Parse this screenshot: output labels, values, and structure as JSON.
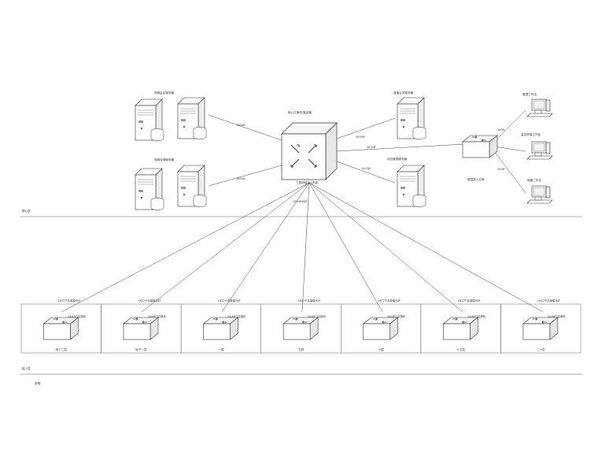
{
  "servers": {
    "top_left_group_label": "视频会议服务器",
    "bottom_left_group_label": "视频存储服务器",
    "right_top_label": "增值业务服务器",
    "right_bottom_label": "综合管理服务器"
  },
  "core": {
    "label": "核心交换机/路由器",
    "sub_label": "三层网络中心机柜",
    "uplink_label": "1000M光纤"
  },
  "links": {
    "tl": "1000M",
    "bl": "1000M",
    "rt": "1000M",
    "rb": "1000M",
    "to_access": "1000M",
    "access_pc1": "100M",
    "access_pc2": "100M"
  },
  "access_switch_label": "楼层接入交换",
  "workstations": [
    "管理工作站",
    "监控终端工作站",
    "调度工作站"
  ],
  "floor_switch_label": "24/48口交换机",
  "floor_uplink_label": "1光口千兆单模光纤",
  "floors": [
    "地下二层",
    "地下一层",
    "一层",
    "五层",
    "十层",
    "十五层",
    "二十层"
  ],
  "layer_labels": {
    "core": "核心层",
    "access": "接入层",
    "legend": "说明"
  }
}
